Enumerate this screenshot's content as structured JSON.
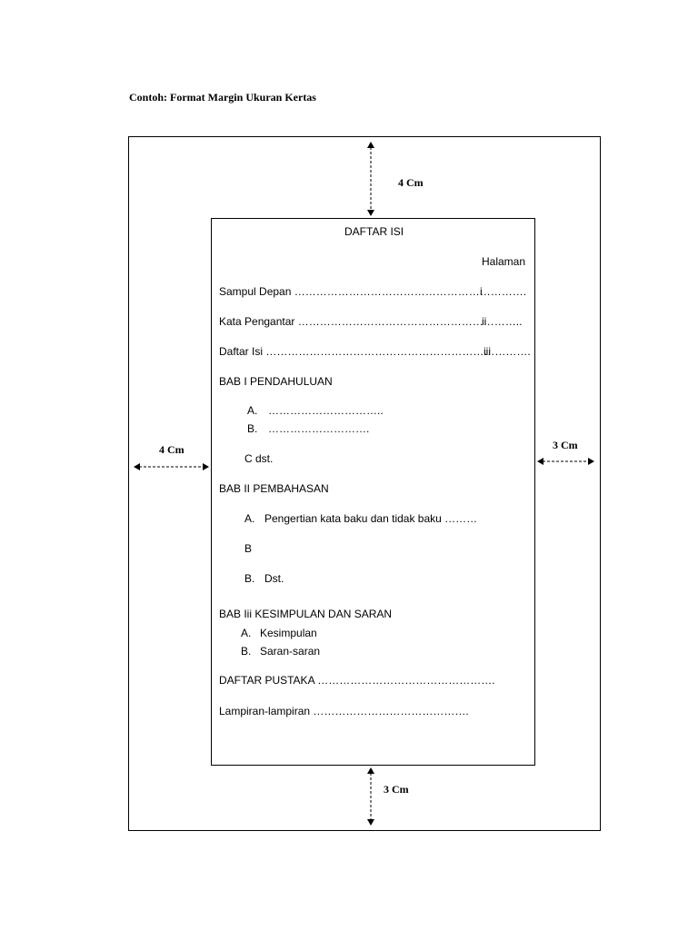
{
  "caption": "Contoh: Format Margin Ukuran Kertas",
  "margins": {
    "top": "4 Cm",
    "left": "4 Cm",
    "right": "3 Cm",
    "bottom": "3 Cm"
  },
  "toc": {
    "title": "DAFTAR ISI",
    "page_header": "Halaman",
    "entries": [
      {
        "label": "Sampul Depan ……………………………………………………….",
        "page": "i"
      },
      {
        "label": "Kata Pengantar ……………………………………………………..",
        "page": "ii"
      },
      {
        "label": "Daftar Isi ……………………………………………………………….",
        "page": "iii"
      }
    ],
    "bab1": {
      "title": "BAB I PENDAHULUAN",
      "items": [
        {
          "marker": "A.",
          "text": "………………………….."
        },
        {
          "marker": "B.",
          "text": "………………………."
        }
      ],
      "more": "C dst."
    },
    "bab2": {
      "title": "BAB II PEMBAHASAN",
      "item_a_marker": "A.",
      "item_a_text": "Pengertian kata baku dan tidak baku ………",
      "item_b": "B",
      "item_c_marker": "B.",
      "item_c_text": "Dst."
    },
    "bab3": {
      "title": "BAB Iii KESIMPULAN DAN SARAN",
      "items": [
        {
          "marker": "A.",
          "text": "Kesimpulan"
        },
        {
          "marker": "B.",
          "text": "Saran-saran"
        }
      ]
    },
    "pustaka": "DAFTAR PUSTAKA ………………………………………….",
    "lampiran": "Lampiran-lampiran ……………………………………."
  }
}
